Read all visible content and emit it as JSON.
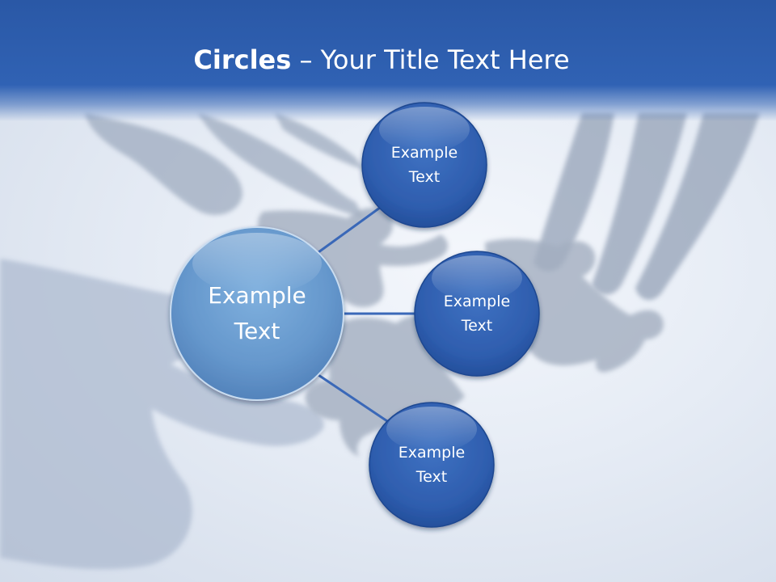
{
  "title": {
    "bold": "Circles",
    "rest": " – Your Title Text Here"
  },
  "center_circle": {
    "label": "Example\nText"
  },
  "satellite_circles": [
    {
      "label": "Example\nText"
    },
    {
      "label": "Example\nText"
    },
    {
      "label": "Example\nText"
    }
  ],
  "colors": {
    "header": "#3062b4",
    "center_circle": "#6a9dd0",
    "satellite_circle": "#2f5fb0",
    "connector": "#3a68b8"
  }
}
